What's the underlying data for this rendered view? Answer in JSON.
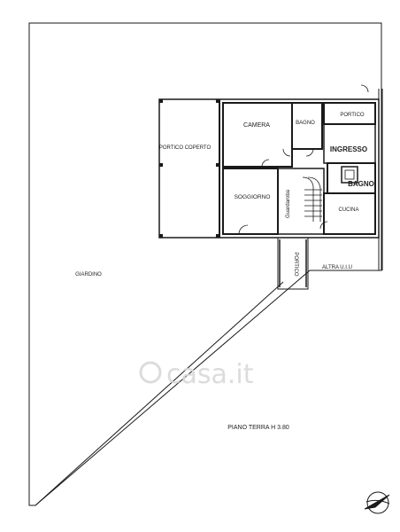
{
  "rooms": {
    "camera": "CAMERA",
    "bagno1": "BAGNO",
    "portico1": "PORTICO",
    "portico_coperto": "PORTICO COPERTO",
    "ingresso": "INGRESSO",
    "soggiorno": "SOGGIORNO",
    "guardaroba": "Guardaroba",
    "bagno2": "BAGNO",
    "cucina": "CUCINA",
    "giardino": "GIARDINO",
    "portico2": "PORTICO",
    "altra_ui": "ALTRA U.I.U"
  },
  "floor_label": "PIANO TERRA H 3.80",
  "watermark": "casa.it",
  "colors": {
    "line": "#1a1a1a",
    "watermark": "#d9d9d9"
  }
}
